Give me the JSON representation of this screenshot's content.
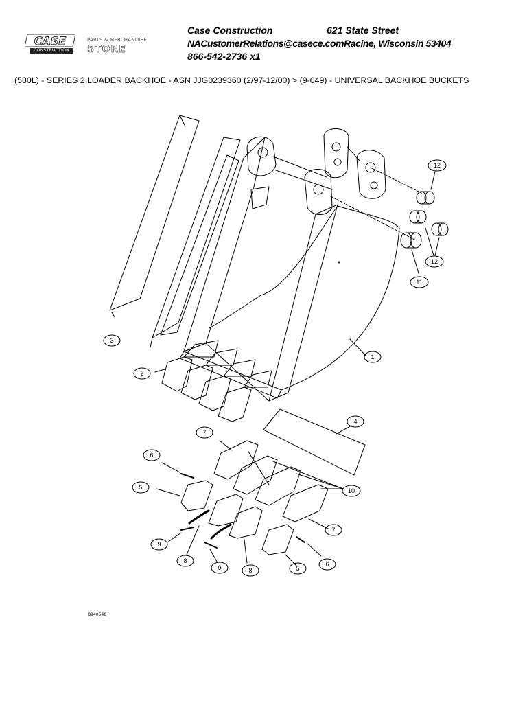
{
  "header": {
    "logo_text": "CASE",
    "logo_subtext": "CONSTRUCTION",
    "store_logo_top": "PARTS & MERCHANDISE",
    "store_logo_main": "STORE",
    "company": "Case Construction",
    "street": "621 State Street",
    "email_city": "NACustomerRelations@casece.comRacine, Wisconsin 53404",
    "phone": "866-542-2736 x1"
  },
  "breadcrumb": "(580L) - SERIES 2 LOADER BACKHOE - ASN JJG0239360 (2/97-12/00) > (9-049) - UNIVERSAL BACKHOE BUCKETS",
  "diagram": {
    "figure_code": "B940548",
    "callouts": [
      "1",
      "2",
      "3",
      "4",
      "5",
      "5",
      "6",
      "6",
      "7",
      "7",
      "8",
      "8",
      "9",
      "9",
      "10",
      "11",
      "12",
      "12"
    ]
  }
}
